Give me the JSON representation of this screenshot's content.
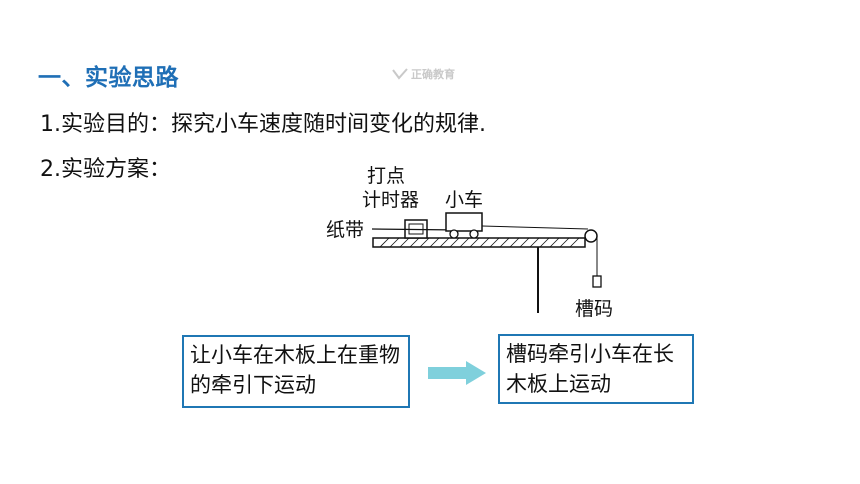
{
  "heading": "一、实验思路",
  "watermark": {
    "text": "正确教育",
    "icon": "bird-logo-icon"
  },
  "objective": "1.实验目的：探究小车速度随时间变化的规律.",
  "plan_label": "2.实验方案：",
  "diagram": {
    "timer_label_1": "打点",
    "timer_label_2": "计时器",
    "cart_label": "小车",
    "tape_label": "纸带",
    "weight_label": "槽码"
  },
  "flow": {
    "box1": "让小车在木板上在重物的牵引下运动",
    "box2": "槽码牵引小车在长木板上运动",
    "arrow_color": "#7fd0dc"
  },
  "colors": {
    "heading": "#1f6fb6",
    "box_border": "#1f77b4"
  }
}
